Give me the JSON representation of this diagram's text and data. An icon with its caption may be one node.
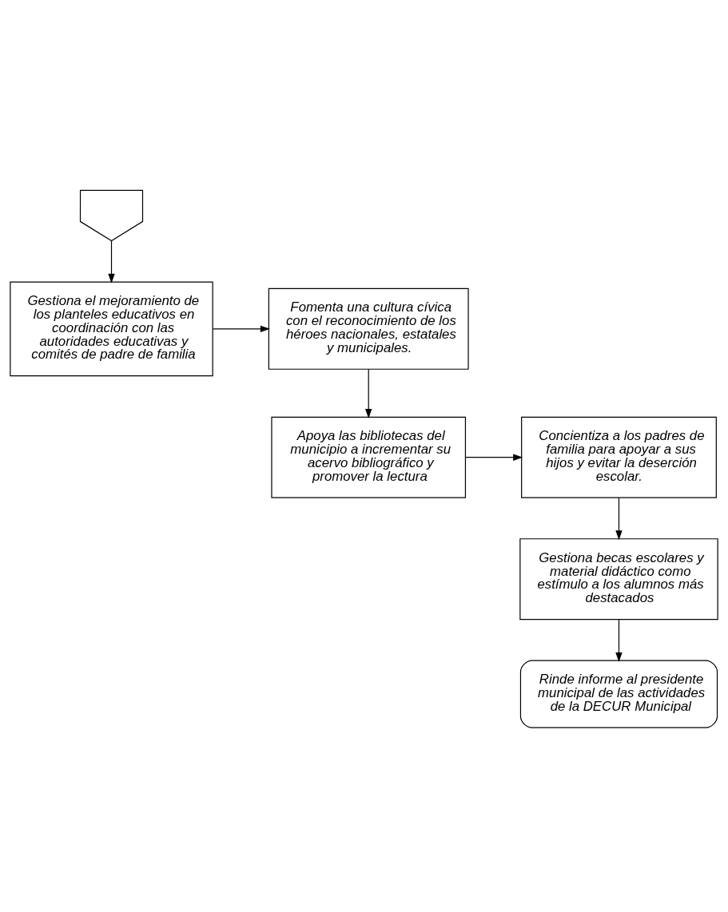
{
  "diagram": {
    "nodes": [
      {
        "text": [],
        "shape": "pentagon"
      },
      {
        "text": [
          "Gestiona el mejoramiento de los planteles educativos en coordinación con las autoridades educativas y comités de padre de familia"
        ]
      },
      {
        "text": [
          "Fomenta una cultura cívica con el reconocimiento de los héroes nacionales, estatales y municipales."
        ]
      },
      {
        "text": [
          "Apoya las bibliotecas del municipio a incrementar su acervo bibliográfico y promover la lectura"
        ]
      },
      {
        "text": [
          "Concientiza a los padres de familia para apoyar a sus hijos y evitar la deserción escolar."
        ]
      },
      {
        "text": [
          "Gestiona becas escolares y material didáctico como estímulo a los alumnos más destacados"
        ]
      },
      {
        "text": [
          "Rinde informe al presidente municipal de las actividades de la DECUR Municipal"
        ]
      }
    ],
    "edges": [
      {
        "from": 0,
        "to": 1,
        "arrow": "to"
      },
      {
        "from": 1,
        "to": 2,
        "arrow": "to"
      },
      {
        "from": 2,
        "to": 3,
        "arrow": "to"
      },
      {
        "from": 3,
        "to": 4,
        "arrow": "to"
      },
      {
        "from": 4,
        "to": 5,
        "arrow": "to"
      },
      {
        "from": 5,
        "to": 6,
        "arrow": "to"
      }
    ]
  }
}
